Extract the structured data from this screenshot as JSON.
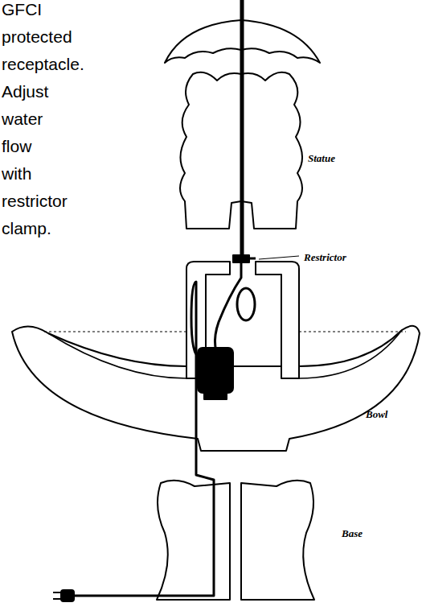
{
  "diagram": {
    "labels": [
      "GFCI protected receptacle. Adjust water flow with restrictor clamp.",
      "Statue",
      "Restrictor",
      "Bowl",
      "Base"
    ]
  }
}
